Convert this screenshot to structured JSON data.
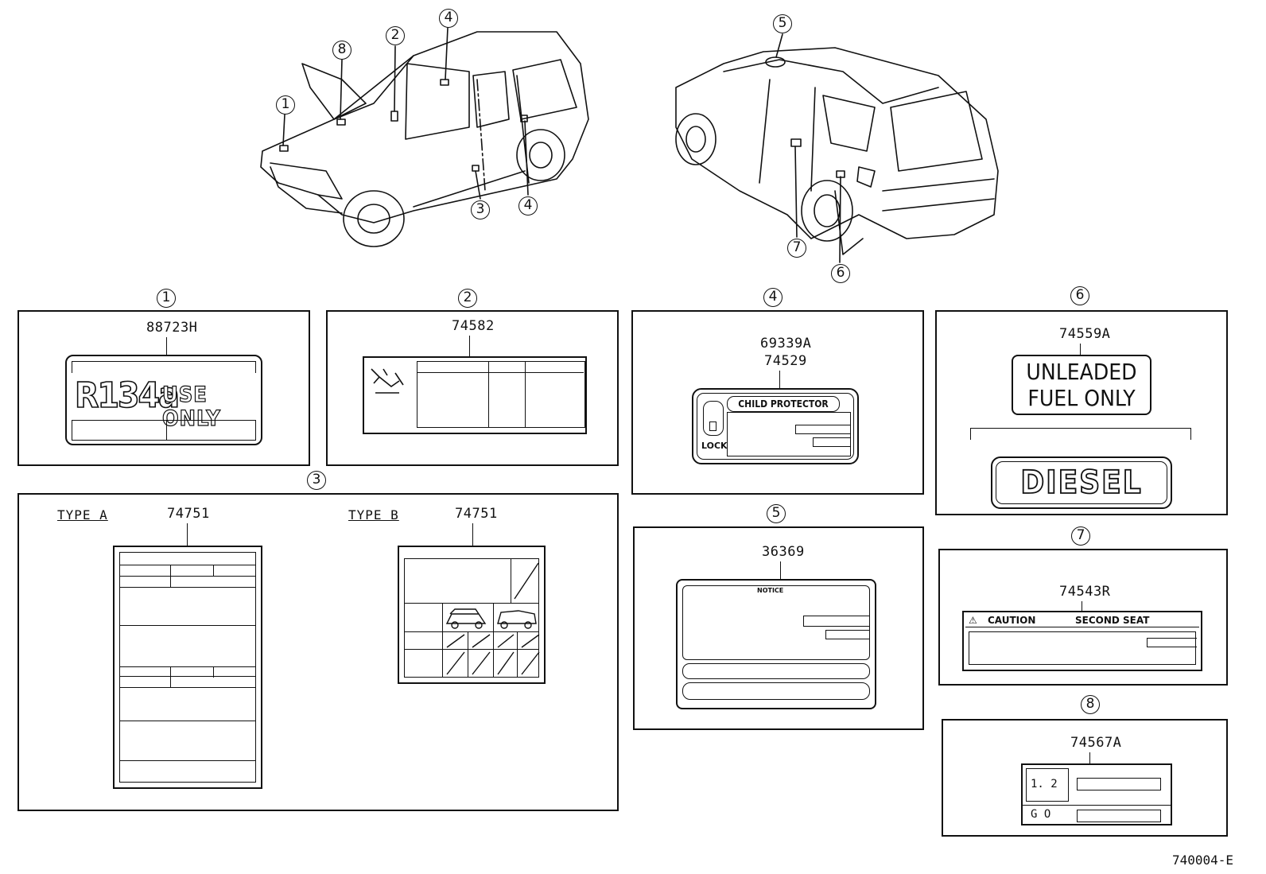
{
  "callouts": {
    "c1": "1",
    "c2": "2",
    "c3": "3",
    "c4": "4",
    "c5": "5",
    "c6": "6",
    "c7": "7",
    "c8": "8"
  },
  "part_numbers": {
    "p1": "88723H",
    "p2": "74582",
    "p3a": "74751",
    "p3b": "74751",
    "p4a": "69339A",
    "p4b": "74529",
    "p5": "36369",
    "p6": "74559A",
    "p7": "74543R",
    "p8": "74567A"
  },
  "labels": {
    "r134a": "R134a",
    "use_only": "USE ONLY",
    "type_a": "TYPE A",
    "type_b": "TYPE B",
    "child_protector": "CHILD PROTECTOR",
    "lock": "LOCK",
    "notice": "NOTICE",
    "unleaded_line1": "UNLEADED",
    "unleaded_line2": "FUEL ONLY",
    "diesel": "DIESEL",
    "caution": "CAUTION",
    "second_seat": "SECOND SEAT",
    "ratio": "1. 2",
    "go": "G O"
  },
  "figure_code": "740004-E"
}
